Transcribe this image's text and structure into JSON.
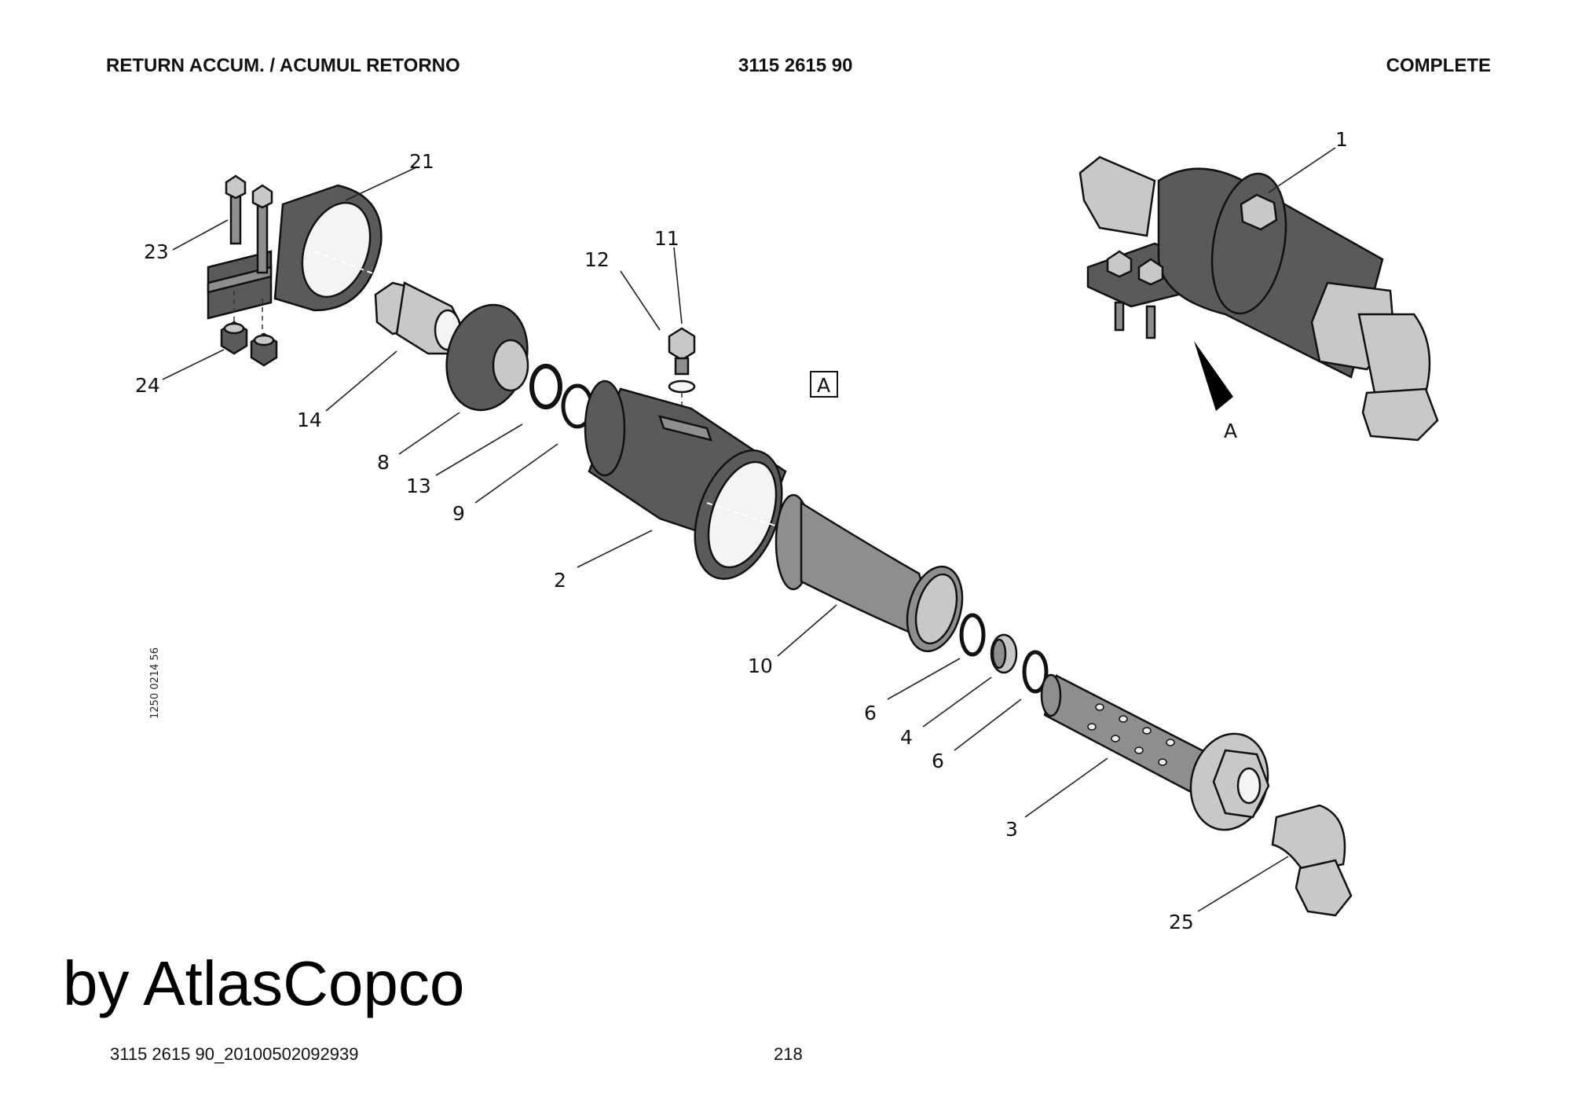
{
  "header": {
    "title": "RETURN ACCUM. / ACUMUL RETORNO",
    "part_number": "3115 2615 90",
    "status": "COMPLETE"
  },
  "diagram": {
    "view_label": "A",
    "arrow_label": "A",
    "drawing_number": "1250 0214 56",
    "callouts": {
      "c1": "1",
      "c2": "2",
      "c3": "3",
      "c4": "4",
      "c6a": "6",
      "c6b": "6",
      "c8": "8",
      "c9": "9",
      "c10": "10",
      "c11": "11",
      "c12": "12",
      "c13": "13",
      "c14": "14",
      "c21": "21",
      "c23": "23",
      "c24": "24",
      "c25": "25"
    }
  },
  "footer": {
    "watermark": "by AtlasCopco",
    "file_id": "3115 2615 90_20100502092939",
    "page_number": "218"
  }
}
